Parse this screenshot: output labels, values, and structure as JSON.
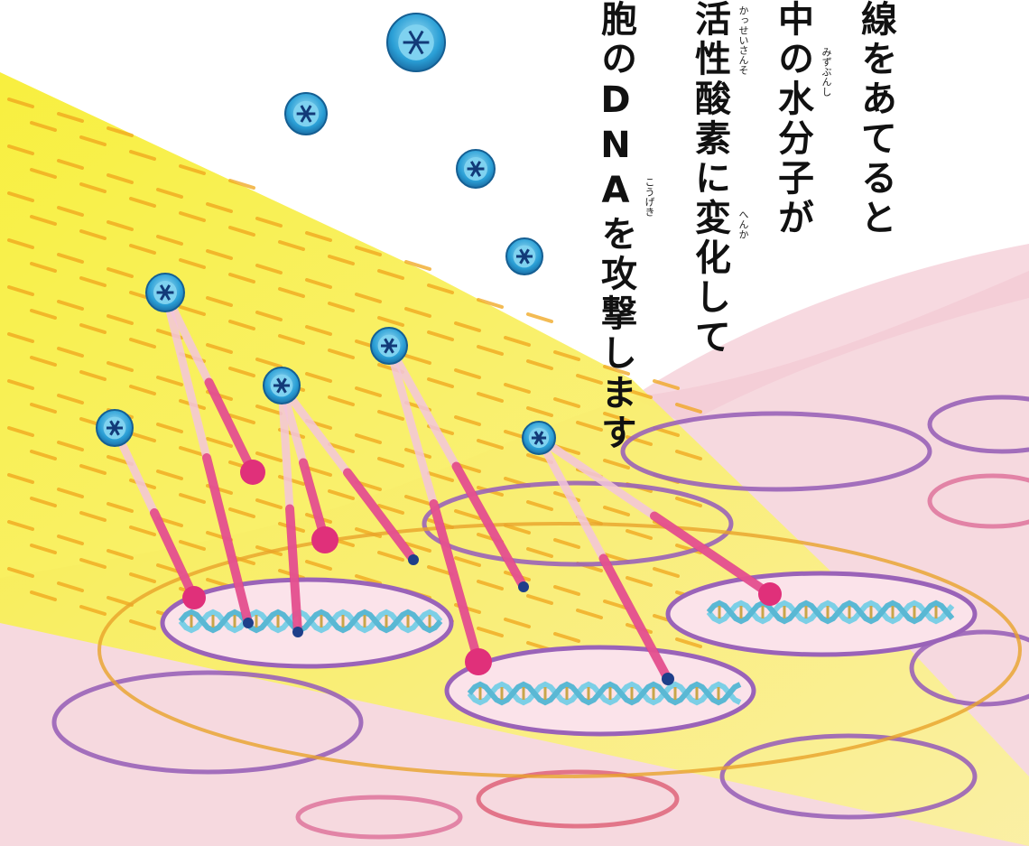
{
  "text_columns": [
    {
      "id": "col1",
      "text": "線をあてると"
    },
    {
      "id": "col2",
      "text": "中の水分子が"
    },
    {
      "id": "col3",
      "text": "活性酸素に変化して"
    },
    {
      "id": "col4",
      "text": "胞のDNAを攻撃します"
    }
  ],
  "furigana": [
    {
      "id": "f-mizubunshi",
      "text": "みずぶんし"
    },
    {
      "id": "f-kasseisanso",
      "text": "かっせいさんそ"
    },
    {
      "id": "f-henka",
      "text": "へんか"
    },
    {
      "id": "f-kougeki",
      "text": "こうげき"
    }
  ],
  "colors": {
    "beam": "#f5ea2e",
    "beam_dash": "#f0a51c",
    "tissue": "#f6d9df",
    "cell_outline": "#9a63b8",
    "nucleus_fill": "#fbe3ea",
    "dna": "#7ccfe6",
    "radical": "#2a9fd6",
    "radical_tail": "#e0307a"
  },
  "icons": [
    "radical-star-icon",
    "dna-helix-icon"
  ]
}
